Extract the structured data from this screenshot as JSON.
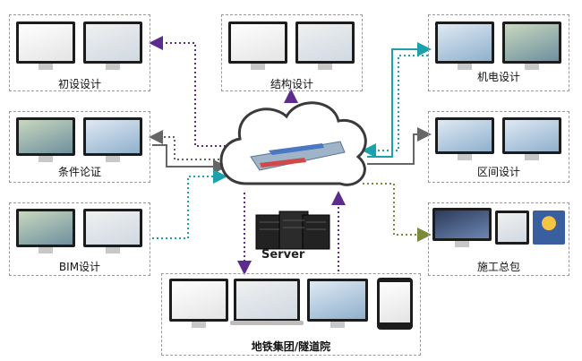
{
  "groups": {
    "chushe": "初设设计",
    "jiegou": "结构设计",
    "jidian": "机电设计",
    "tiaojian": "条件论证",
    "qujian": "区间设计",
    "bim": "BIM设计",
    "shigong": "施工总包",
    "ditie": "地铁集团/隧道院"
  },
  "center": {
    "server_label": "Server"
  },
  "colors": {
    "purple_arrow": "#5b2c8c",
    "teal_arrow": "#1aa1a9",
    "gray_arrow": "#666666",
    "olive_arrow": "#7a8a3a"
  }
}
